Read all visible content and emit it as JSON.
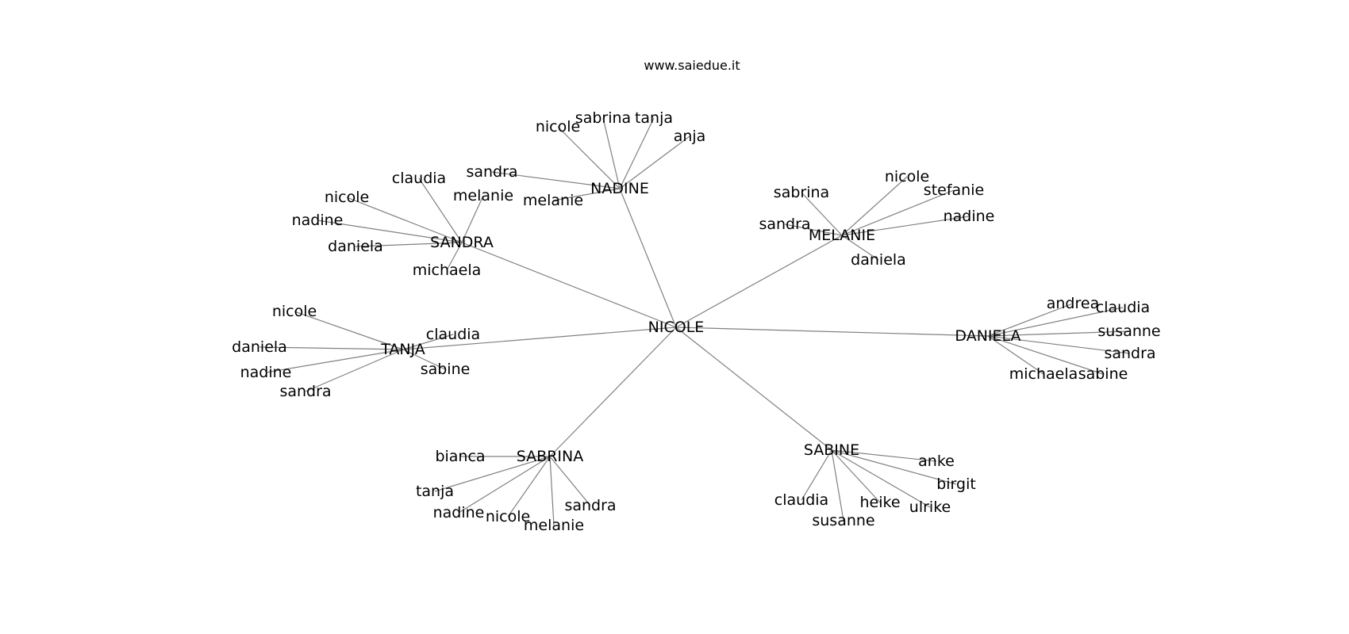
{
  "title": "www.saiedue.it",
  "edge_color": "#808080",
  "text_color": "#000000",
  "background": "#ffffff",
  "root": "NICOLE",
  "groups": [
    {
      "hub": "NADINE",
      "leaves": [
        "nicole",
        "sabrina",
        "tanja",
        "anja",
        "sandra",
        "melanie"
      ]
    },
    {
      "hub": "SANDRA",
      "leaves": [
        "claudia",
        "nicole",
        "melanie",
        "nadine",
        "daniela",
        "michaela"
      ]
    },
    {
      "hub": "MELANIE",
      "leaves": [
        "sabrina",
        "nicole",
        "stefanie",
        "nadine",
        "sandra",
        "daniela"
      ]
    },
    {
      "hub": "TANJA",
      "leaves": [
        "nicole",
        "claudia",
        "daniela",
        "sabine",
        "nadine",
        "sandra"
      ]
    },
    {
      "hub": "DANIELA",
      "leaves": [
        "andrea",
        "claudia",
        "susanne",
        "sandra",
        "michaela",
        "sabine"
      ]
    },
    {
      "hub": "SABRINA",
      "leaves": [
        "bianca",
        "tanja",
        "nadine",
        "nicole",
        "melanie",
        "sandra"
      ]
    },
    {
      "hub": "SABINE",
      "leaves": [
        "anke",
        "birgit",
        "claudia",
        "heike",
        "ulrike",
        "susanne"
      ]
    }
  ]
}
